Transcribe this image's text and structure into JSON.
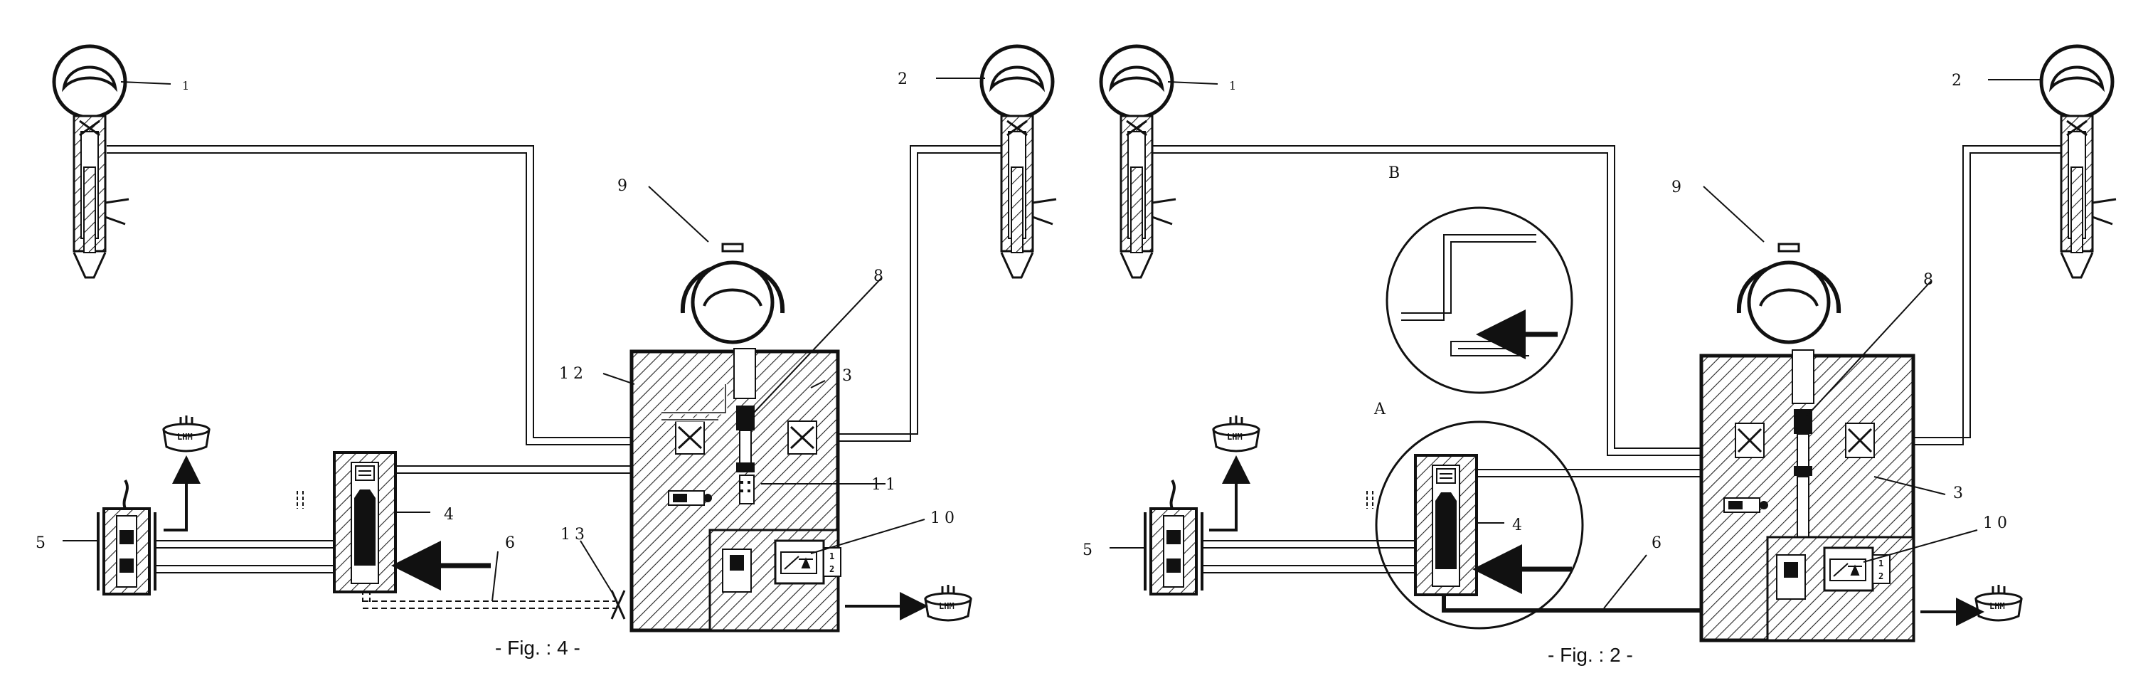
{
  "figures": [
    {
      "caption": "- Fig. : 4 -",
      "labels": [
        "1",
        "2",
        "3",
        "4",
        "5",
        "6",
        "8",
        "9",
        "10",
        "11",
        "12",
        "13"
      ]
    },
    {
      "caption": "- Fig. : 2 -",
      "labels": [
        "1",
        "2",
        "3",
        "4",
        "5",
        "6",
        "8",
        "9",
        "10"
      ],
      "zoom_labels": [
        "B",
        "A"
      ]
    }
  ],
  "reservoir_text": "LHM",
  "valve_marks": [
    "1",
    "2"
  ],
  "colors": {
    "ink": "#111111",
    "hatch": "#222222",
    "background": "#ffffff"
  }
}
